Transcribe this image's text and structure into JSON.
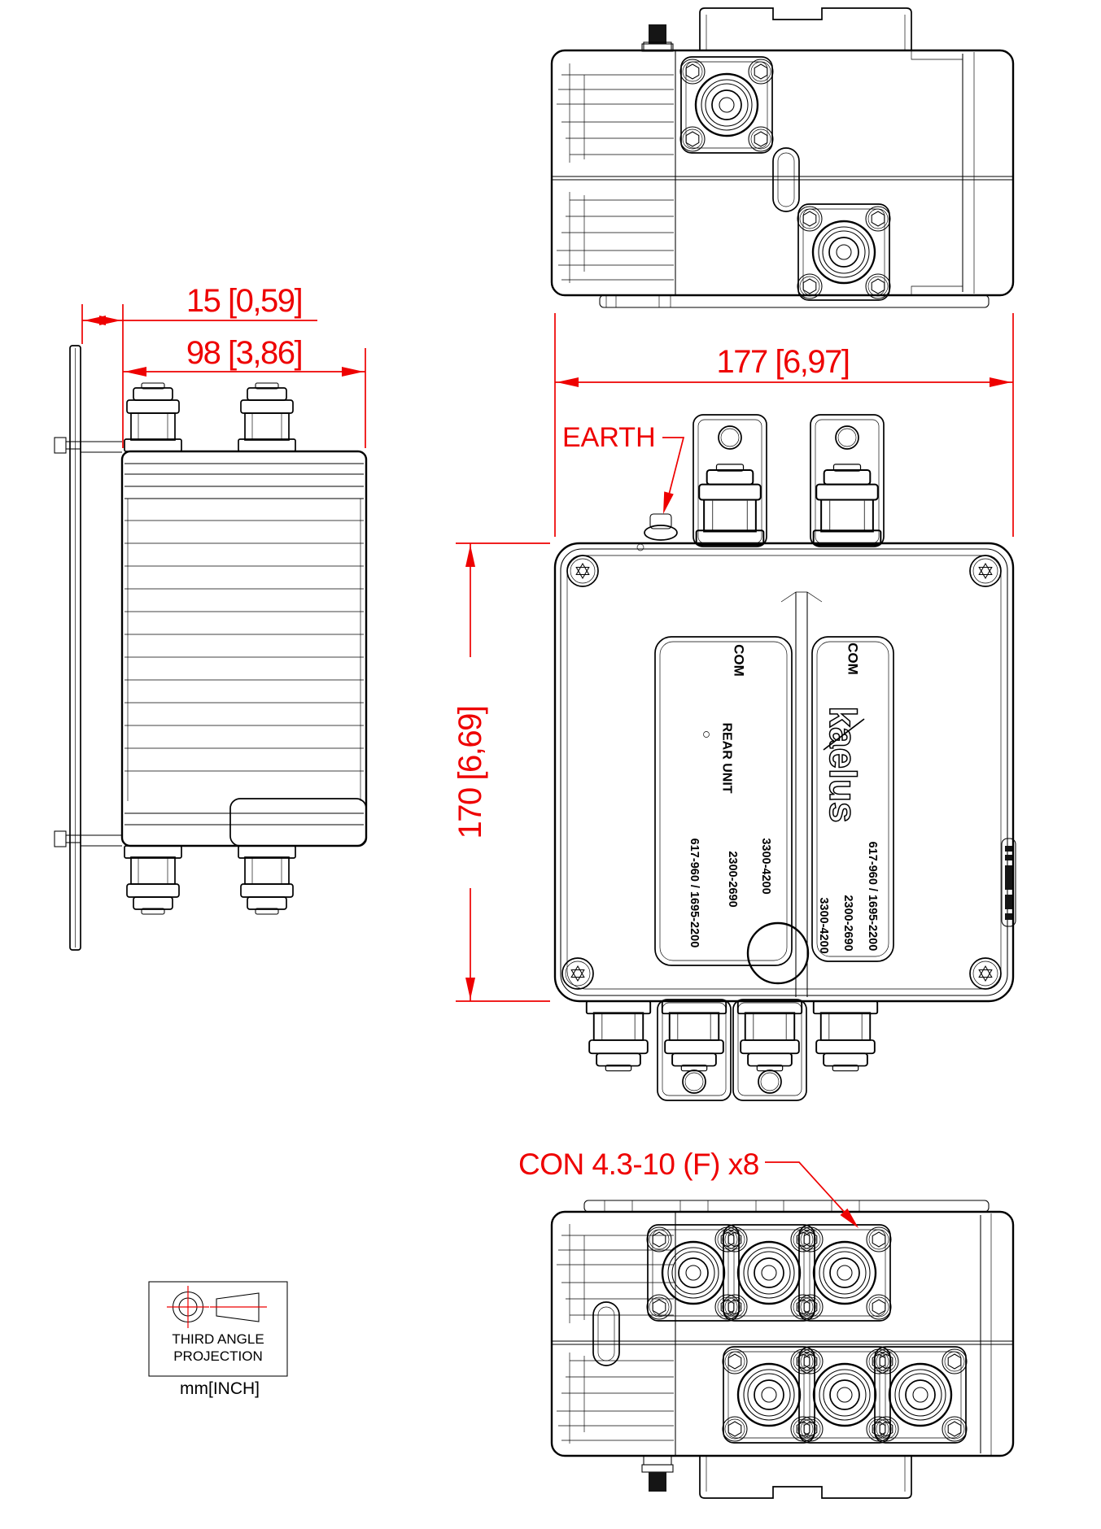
{
  "drawing": {
    "annotation_color": "#ee0000",
    "line_color": "#000000",
    "background_color": "#ffffff",
    "dimensions": {
      "bracket_offset": {
        "mm": "15",
        "inch": "0,59",
        "display": "15 [0,59]"
      },
      "body_depth": {
        "mm": "98",
        "inch": "3,86",
        "display": "98 [3,86]"
      },
      "body_width": {
        "mm": "177",
        "inch": "6,97",
        "display": "177 [6,97]"
      },
      "body_height": {
        "mm": "170",
        "inch": "6,69",
        "display": "170 [6,69]"
      }
    },
    "callouts": {
      "earth": "EARTH",
      "connectors": "CON 4.3-10 (F) x8"
    },
    "product_label": {
      "left_panel": {
        "port": "COM",
        "title": "REAR UNIT",
        "bands": [
          "617-960 / 1695-2200",
          "2300-2690",
          "3300-4200"
        ]
      },
      "right_panel": {
        "port": "COM",
        "brand": "kaelus",
        "bands": [
          "3300-4200",
          "2300-2690",
          "617-960 / 1695-2200"
        ]
      }
    },
    "projection_label_line1": "THIRD ANGLE",
    "projection_label_line2": "PROJECTION",
    "units_label": "mm[INCH]"
  }
}
